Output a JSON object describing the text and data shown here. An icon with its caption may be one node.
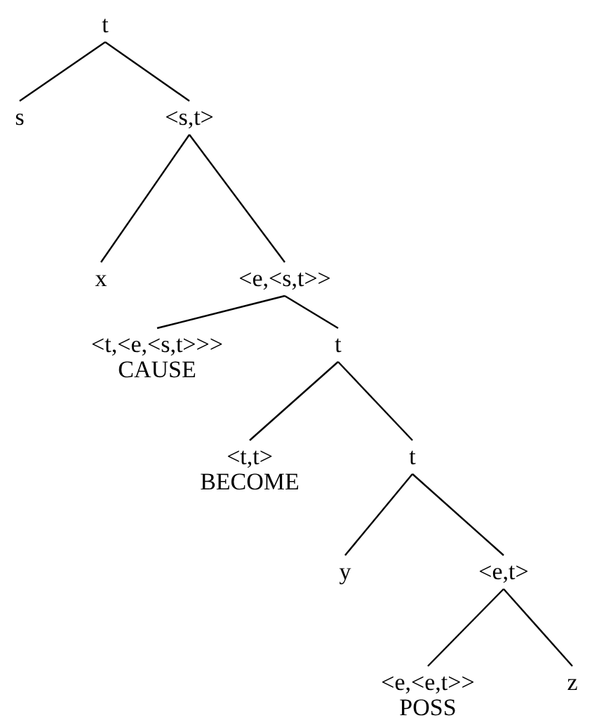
{
  "diagram": {
    "nodes": [
      {
        "text": [
          "t"
        ]
      },
      {
        "text": [
          "s"
        ]
      },
      {
        "text": [
          "<s,t>"
        ]
      },
      {
        "text": [
          "x"
        ]
      },
      {
        "text": [
          "<e,<s,t>>"
        ]
      },
      {
        "text": [
          "<t,<e,<s,t>>>",
          "CAUSE"
        ]
      },
      {
        "text": [
          "t"
        ]
      },
      {
        "text": [
          "<t,t>",
          "BECOME"
        ]
      },
      {
        "text": [
          "t"
        ]
      },
      {
        "text": [
          "y"
        ]
      },
      {
        "text": [
          "<e,t>"
        ]
      },
      {
        "text": [
          "<e,<e,t>>",
          "POSS"
        ]
      },
      {
        "text": [
          "z"
        ]
      }
    ],
    "edges": [
      {
        "from": 0,
        "to": 1,
        "arrow": "none"
      },
      {
        "from": 0,
        "to": 2,
        "arrow": "none"
      },
      {
        "from": 2,
        "to": 3,
        "arrow": "none"
      },
      {
        "from": 2,
        "to": 4,
        "arrow": "none"
      },
      {
        "from": 4,
        "to": 5,
        "arrow": "none"
      },
      {
        "from": 4,
        "to": 6,
        "arrow": "none"
      },
      {
        "from": 6,
        "to": 7,
        "arrow": "none"
      },
      {
        "from": 6,
        "to": 8,
        "arrow": "none"
      },
      {
        "from": 8,
        "to": 9,
        "arrow": "none"
      },
      {
        "from": 8,
        "to": 10,
        "arrow": "none"
      },
      {
        "from": 10,
        "to": 11,
        "arrow": "none"
      },
      {
        "from": 10,
        "to": 12,
        "arrow": "none"
      }
    ]
  }
}
